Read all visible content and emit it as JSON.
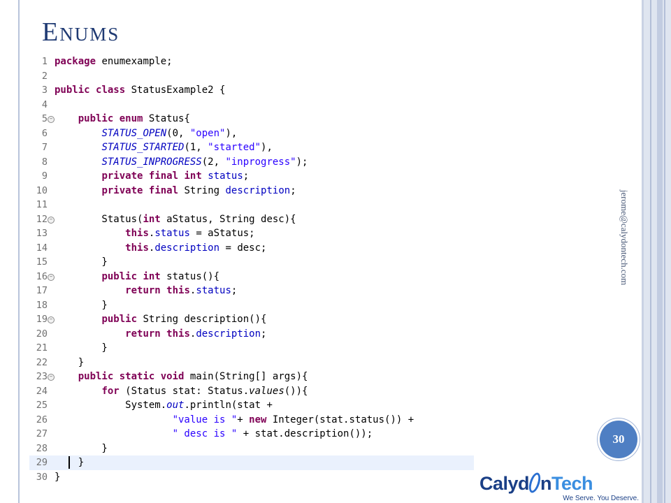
{
  "slide": {
    "title": "Enums",
    "side_text": "jerome@calydontech.com",
    "page_number": "30"
  },
  "logo": {
    "part1": "Calyd",
    "part2": "n",
    "part3": "Tech",
    "tagline": "We Serve. You Deserve."
  },
  "code": {
    "current_line": 29,
    "lines": [
      {
        "n": "1",
        "fold": false,
        "tokens": [
          {
            "t": "package",
            "k": "kw"
          },
          {
            "t": " enumexample;"
          }
        ]
      },
      {
        "n": "2",
        "fold": false,
        "tokens": []
      },
      {
        "n": "3",
        "fold": false,
        "tokens": [
          {
            "t": "public",
            "k": "kw"
          },
          {
            "t": " "
          },
          {
            "t": "class",
            "k": "kw"
          },
          {
            "t": " StatusExample2 {"
          }
        ]
      },
      {
        "n": "4",
        "fold": false,
        "tokens": []
      },
      {
        "n": "5",
        "fold": true,
        "tokens": [
          {
            "t": "    "
          },
          {
            "t": "public",
            "k": "kw"
          },
          {
            "t": " "
          },
          {
            "t": "enum",
            "k": "kw"
          },
          {
            "t": " Status{"
          }
        ]
      },
      {
        "n": "6",
        "fold": false,
        "tokens": [
          {
            "t": "        "
          },
          {
            "t": "STATUS_OPEN",
            "k": "enc"
          },
          {
            "t": "(0, "
          },
          {
            "t": "\"open\"",
            "k": "str"
          },
          {
            "t": "),"
          }
        ]
      },
      {
        "n": "7",
        "fold": false,
        "tokens": [
          {
            "t": "        "
          },
          {
            "t": "STATUS_STARTED",
            "k": "enc"
          },
          {
            "t": "(1, "
          },
          {
            "t": "\"started\"",
            "k": "str"
          },
          {
            "t": "),"
          }
        ]
      },
      {
        "n": "8",
        "fold": false,
        "tokens": [
          {
            "t": "        "
          },
          {
            "t": "STATUS_INPROGRESS",
            "k": "enc"
          },
          {
            "t": "(2, "
          },
          {
            "t": "\"inprogress\"",
            "k": "str"
          },
          {
            "t": ");"
          }
        ]
      },
      {
        "n": "9",
        "fold": false,
        "tokens": [
          {
            "t": "        "
          },
          {
            "t": "private",
            "k": "kw"
          },
          {
            "t": " "
          },
          {
            "t": "final",
            "k": "kw"
          },
          {
            "t": " "
          },
          {
            "t": "int",
            "k": "kw"
          },
          {
            "t": " "
          },
          {
            "t": "status",
            "k": "fld"
          },
          {
            "t": ";"
          }
        ]
      },
      {
        "n": "10",
        "fold": false,
        "tokens": [
          {
            "t": "        "
          },
          {
            "t": "private",
            "k": "kw"
          },
          {
            "t": " "
          },
          {
            "t": "final",
            "k": "kw"
          },
          {
            "t": " String "
          },
          {
            "t": "description",
            "k": "fld"
          },
          {
            "t": ";"
          }
        ]
      },
      {
        "n": "11",
        "fold": false,
        "tokens": []
      },
      {
        "n": "12",
        "fold": true,
        "tokens": [
          {
            "t": "        Status("
          },
          {
            "t": "int",
            "k": "kw"
          },
          {
            "t": " aStatus, String desc){"
          }
        ]
      },
      {
        "n": "13",
        "fold": false,
        "tokens": [
          {
            "t": "            "
          },
          {
            "t": "this",
            "k": "kw"
          },
          {
            "t": "."
          },
          {
            "t": "status",
            "k": "fld"
          },
          {
            "t": " = aStatus;"
          }
        ]
      },
      {
        "n": "14",
        "fold": false,
        "tokens": [
          {
            "t": "            "
          },
          {
            "t": "this",
            "k": "kw"
          },
          {
            "t": "."
          },
          {
            "t": "description",
            "k": "fld"
          },
          {
            "t": " = desc;"
          }
        ]
      },
      {
        "n": "15",
        "fold": false,
        "tokens": [
          {
            "t": "        }"
          }
        ]
      },
      {
        "n": "16",
        "fold": true,
        "tokens": [
          {
            "t": "        "
          },
          {
            "t": "public",
            "k": "kw"
          },
          {
            "t": " "
          },
          {
            "t": "int",
            "k": "kw"
          },
          {
            "t": " status(){"
          }
        ]
      },
      {
        "n": "17",
        "fold": false,
        "tokens": [
          {
            "t": "            "
          },
          {
            "t": "return",
            "k": "kw"
          },
          {
            "t": " "
          },
          {
            "t": "this",
            "k": "kw"
          },
          {
            "t": "."
          },
          {
            "t": "status",
            "k": "fld"
          },
          {
            "t": ";"
          }
        ]
      },
      {
        "n": "18",
        "fold": false,
        "tokens": [
          {
            "t": "        }"
          }
        ]
      },
      {
        "n": "19",
        "fold": true,
        "tokens": [
          {
            "t": "        "
          },
          {
            "t": "public",
            "k": "kw"
          },
          {
            "t": " String description(){"
          }
        ]
      },
      {
        "n": "20",
        "fold": false,
        "tokens": [
          {
            "t": "            "
          },
          {
            "t": "return",
            "k": "kw"
          },
          {
            "t": " "
          },
          {
            "t": "this",
            "k": "kw"
          },
          {
            "t": "."
          },
          {
            "t": "description",
            "k": "fld"
          },
          {
            "t": ";"
          }
        ]
      },
      {
        "n": "21",
        "fold": false,
        "tokens": [
          {
            "t": "        }"
          }
        ]
      },
      {
        "n": "22",
        "fold": false,
        "tokens": [
          {
            "t": "    }"
          }
        ]
      },
      {
        "n": "23",
        "fold": true,
        "tokens": [
          {
            "t": "    "
          },
          {
            "t": "public",
            "k": "kw"
          },
          {
            "t": " "
          },
          {
            "t": "static",
            "k": "kw"
          },
          {
            "t": " "
          },
          {
            "t": "void",
            "k": "kw"
          },
          {
            "t": " main(String[] args){"
          }
        ]
      },
      {
        "n": "24",
        "fold": false,
        "tokens": [
          {
            "t": "        "
          },
          {
            "t": "for",
            "k": "kw"
          },
          {
            "t": " (Status stat: Status."
          },
          {
            "t": "values",
            "k": "itl"
          },
          {
            "t": "()){"
          }
        ]
      },
      {
        "n": "25",
        "fold": false,
        "tokens": [
          {
            "t": "            System."
          },
          {
            "t": "out",
            "k": "enc"
          },
          {
            "t": ".println(stat +"
          }
        ]
      },
      {
        "n": "26",
        "fold": false,
        "tokens": [
          {
            "t": "                    "
          },
          {
            "t": "\"value is \"",
            "k": "str"
          },
          {
            "t": "+ "
          },
          {
            "t": "new",
            "k": "kw"
          },
          {
            "t": " Integer(stat.status()) +"
          }
        ]
      },
      {
        "n": "27",
        "fold": false,
        "tokens": [
          {
            "t": "                    "
          },
          {
            "t": "\" desc is \"",
            "k": "str"
          },
          {
            "t": " + stat.description());"
          }
        ]
      },
      {
        "n": "28",
        "fold": false,
        "tokens": [
          {
            "t": "        }"
          }
        ]
      },
      {
        "n": "29",
        "fold": false,
        "tokens": [
          {
            "t": "    }"
          }
        ]
      },
      {
        "n": "30",
        "fold": false,
        "tokens": [
          {
            "t": "}"
          }
        ]
      }
    ]
  }
}
